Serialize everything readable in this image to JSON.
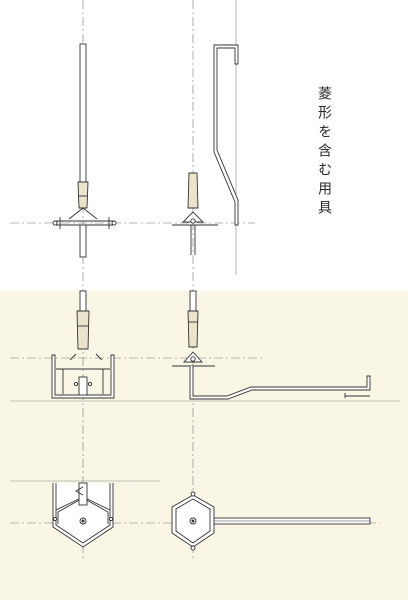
{
  "title": "菱形を含む用具",
  "colors": {
    "upper_background": "#ffffff",
    "lower_background": "#faf6e6",
    "line": "#333333",
    "centerline": "#777777",
    "handle_fill": "#ece3cc"
  },
  "views": [
    "upper-front-view",
    "upper-side-view",
    "lower-front-section",
    "lower-side-section",
    "lower-bottom-view",
    "lower-plan-view"
  ]
}
